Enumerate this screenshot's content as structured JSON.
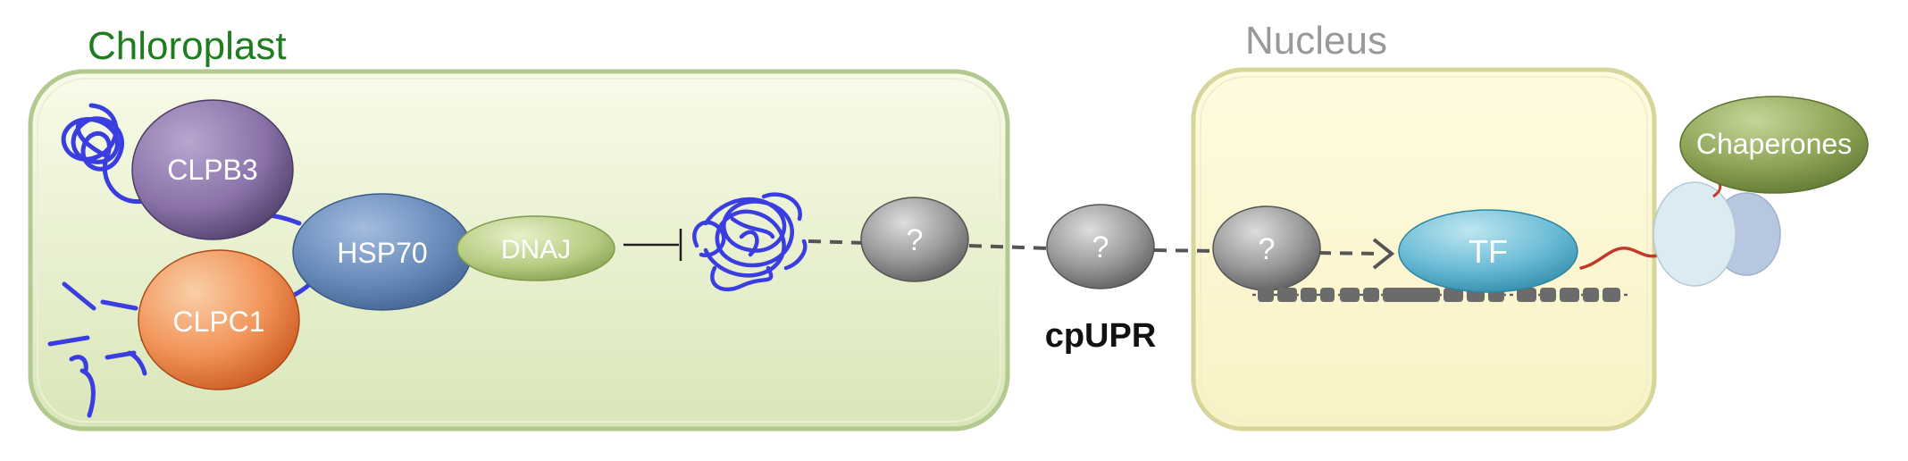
{
  "labels": {
    "chloroplast": "Chloroplast",
    "nucleus": "Nucleus",
    "clpb3": "CLPB3",
    "clpc1": "CLPC1",
    "hsp70": "HSP70",
    "dnaj": "DNAJ",
    "unknown_1": "?",
    "unknown_2": "?",
    "unknown_3": "?",
    "cpupr": "cpUPR",
    "tf": "TF",
    "chaperones": "Chaperones"
  },
  "colors": {
    "chloroplast_title": "#1e7d1e",
    "nucleus_title": "#999999",
    "chloroplast_border": "#b3c98f",
    "nucleus_border": "#d6d59a",
    "protein_strand": "#3a3de0",
    "mrna": "#c0392b",
    "dashed_arrow": "#555555"
  }
}
